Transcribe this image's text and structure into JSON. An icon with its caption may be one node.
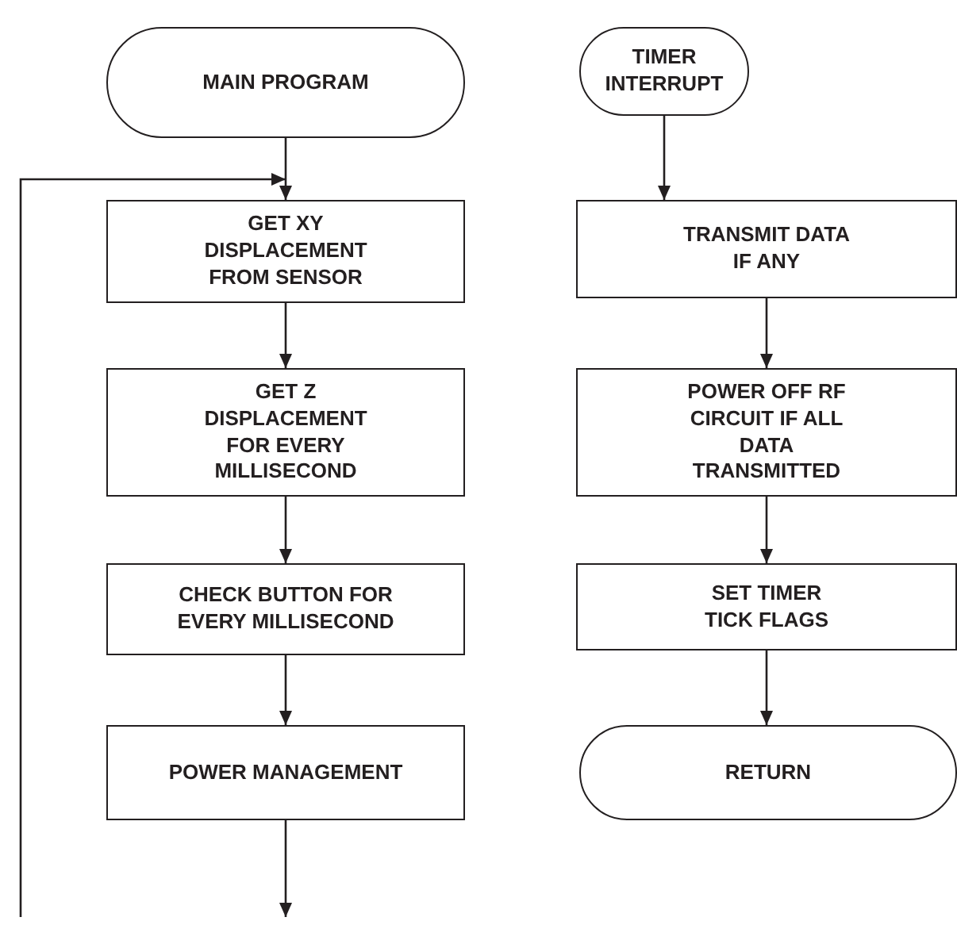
{
  "diagram": {
    "nodes": [
      {
        "text": [
          "MAIN PROGRAM"
        ]
      },
      {
        "text": [
          "GET XY DISPLACEMENT FROM SENSOR"
        ]
      },
      {
        "text": [
          "GET Z DISPLACEMENT FOR EVERY MILLISECOND"
        ]
      },
      {
        "text": [
          "CHECK BUTTON FOR EVERY MILLISECOND"
        ]
      },
      {
        "text": [
          "POWER MANAGEMENT"
        ]
      },
      {
        "text": [
          "TIMER INTERRUPT"
        ]
      },
      {
        "text": [
          "TRANSMIT DATA IF ANY"
        ]
      },
      {
        "text": [
          "POWER OFF RF CIRCUIT IF ALL DATA TRANSMITTED"
        ]
      },
      {
        "text": [
          "SET TIMER TICK FLAGS"
        ]
      },
      {
        "text": [
          "RETURN"
        ]
      }
    ],
    "edges": [
      {
        "from": 0,
        "to": 1,
        "arrow": "to"
      },
      {
        "from": 1,
        "to": 2,
        "arrow": "to"
      },
      {
        "from": 2,
        "to": 3,
        "arrow": "to"
      },
      {
        "from": 3,
        "to": 4,
        "arrow": "to"
      },
      {
        "from": 4,
        "to": null,
        "arrow": "to"
      },
      {
        "from": null,
        "to": 1,
        "arrow": "to"
      },
      {
        "from": 5,
        "to": 6,
        "arrow": "to"
      },
      {
        "from": 6,
        "to": 7,
        "arrow": "to"
      },
      {
        "from": 7,
        "to": 8,
        "arrow": "to"
      },
      {
        "from": 8,
        "to": 9,
        "arrow": "to"
      }
    ]
  }
}
